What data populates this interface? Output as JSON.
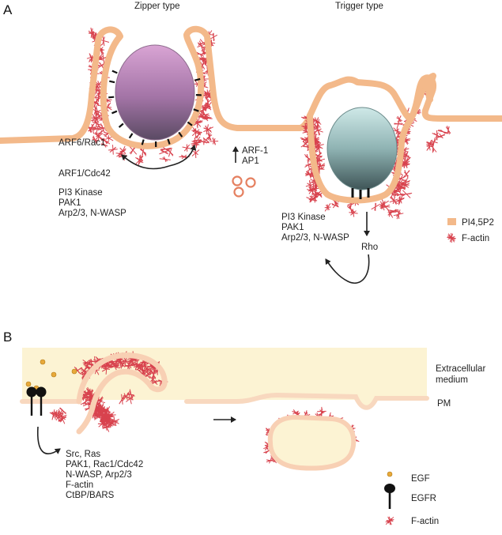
{
  "panel_a": {
    "label": "A",
    "zipper_title": "Zipper type",
    "trigger_title": "Trigger type",
    "zipper_factors": [
      "ARF6/Rac1",
      "ARF1/Cdc42",
      "PI3 Kinase",
      "PAK1",
      "Arp2/3, N-WASP"
    ],
    "middle_factors": [
      "ARF-1",
      "AP1"
    ],
    "trigger_factors": [
      "PI3 Kinase",
      "PAK1",
      "Arp2/3, N-WASP"
    ],
    "rho_label": "Rho",
    "legend": {
      "pip_label": "PI4,5P2",
      "factin_label": "F-actin"
    }
  },
  "panel_b": {
    "label": "B",
    "extracellular_label": "Extracellular\nmedium",
    "pm_label": "PM",
    "factors": [
      "Src, Ras",
      "PAK1, Rac1/Cdc42",
      "N-WASP, Arp2/3",
      "F-actin",
      "CtBP/BARS"
    ],
    "legend": {
      "egf_label": "EGF",
      "egfr_label": "EGFR",
      "factin_label": "F-actin"
    }
  },
  "colors": {
    "membrane": "#f3b98a",
    "membrane_dark": "#eaa371",
    "actin": "#d8434e",
    "extracellular": "#fcf3d3",
    "egf": "#e8a93a",
    "receptor": "#111111"
  }
}
